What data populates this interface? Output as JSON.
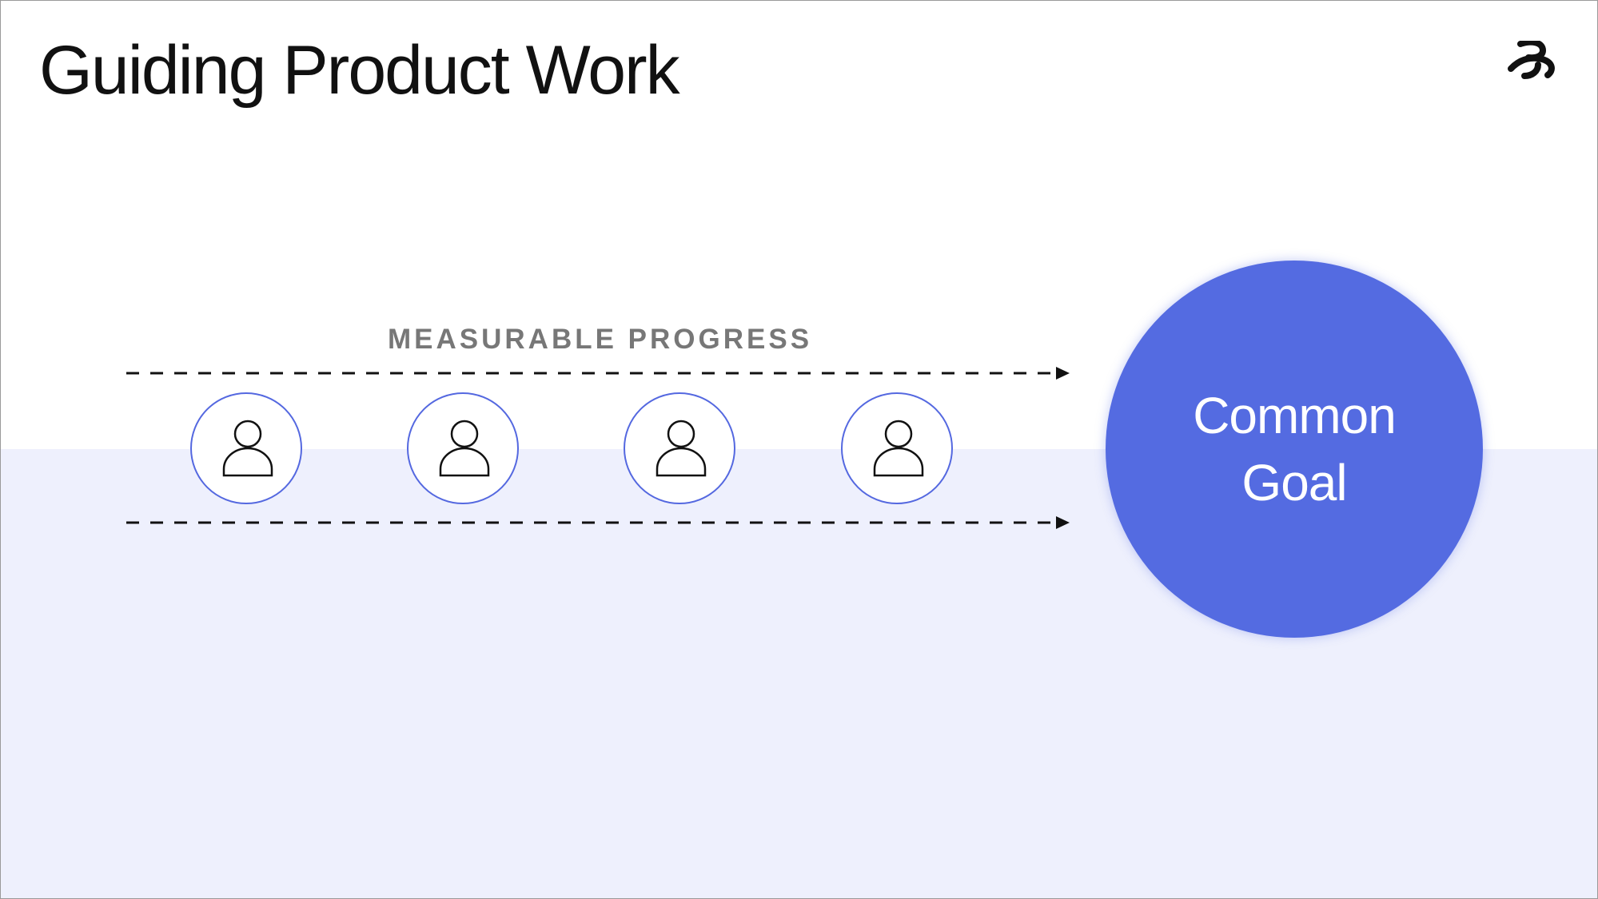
{
  "slide": {
    "title": "Guiding Product Work",
    "background_color": "#ffffff",
    "lower_band_color": "#eef0fd"
  },
  "logo": {
    "icon": "brand-logo-icon",
    "color": "#111111"
  },
  "diagram": {
    "progress_label": "MEASURABLE PROGRESS",
    "arrow_color": "#111111",
    "people": [
      {
        "icon": "person-icon"
      },
      {
        "icon": "person-icon"
      },
      {
        "icon": "person-icon"
      },
      {
        "icon": "person-icon"
      }
    ],
    "person_ring_color": "#5468e0",
    "goal": {
      "line1": "Common",
      "line2": "Goal",
      "color": "#546be1"
    }
  }
}
